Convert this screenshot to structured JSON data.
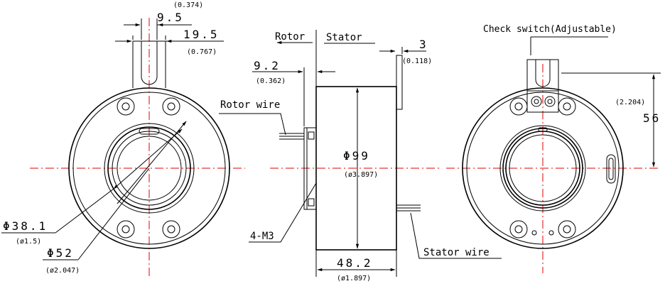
{
  "left_view": {
    "dims": {
      "d_9_5": "9.5",
      "d_9_5_in": "(0.374)",
      "d_19_5": "19.5",
      "d_19_5_in": "(0.767)",
      "d_38_1": "Φ38.1",
      "d_38_1_in": "(ø1.5)",
      "d_52": "Φ52",
      "d_52_in": "(ø2.047)"
    }
  },
  "side_view": {
    "labels": {
      "rotor": "Rotor",
      "stator": "Stator",
      "rotor_wire": "Rotor wire",
      "stator_wire": "Stator wire",
      "m3": "4-M3"
    },
    "dims": {
      "d_9_2": "9.2",
      "d_9_2_in": "(0.362)",
      "d_3": "3",
      "d_3_in": "(0.118)",
      "d_99": "Φ99",
      "d_99_in": "(ø3.897)",
      "d_48_2": "48.2",
      "d_48_2_in": "(ø1.897)"
    }
  },
  "right_view": {
    "labels": {
      "check_switch": "Check switch(Adjustable)"
    },
    "dims": {
      "d_56": "56",
      "d_56_in": "(2.204)"
    }
  },
  "colors": {
    "lines": "#000000",
    "centerlines": "#e00000",
    "background": "#ffffff"
  }
}
